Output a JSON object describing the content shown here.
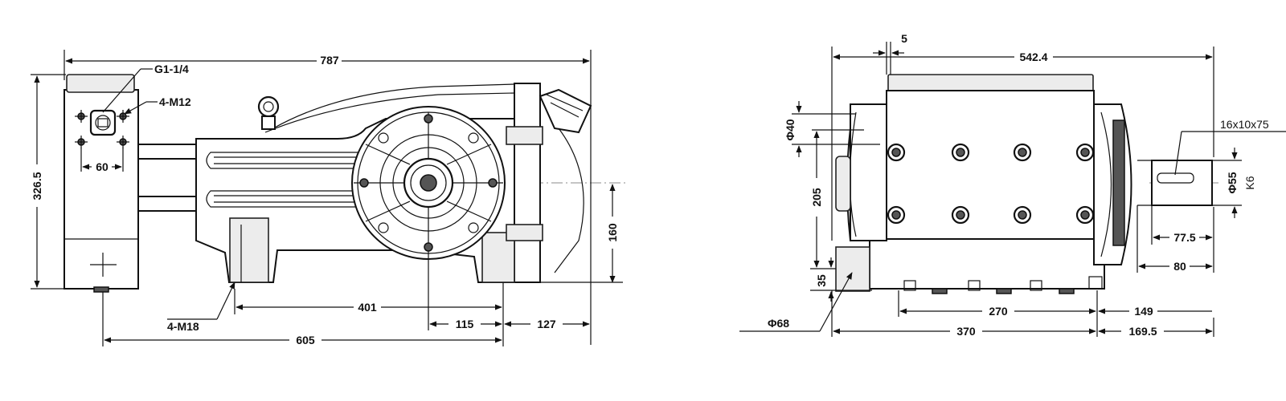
{
  "left_view": {
    "labels": {
      "overall_length": "787",
      "inlet_thread": "G1-1/4",
      "flange_bolts": "4-M12",
      "flange_spacing": "60",
      "height": "326.5",
      "shaft_height": "160",
      "mount_bolts": "4-M18",
      "mount_spacing": "401",
      "shaft_to_foot": "115",
      "shaft_extension": "127",
      "base_length": "605"
    }
  },
  "right_view": {
    "labels": {
      "offset_small": "5",
      "width": "542.4",
      "diameter_40": "Φ40",
      "height_205": "205",
      "height_35": "35",
      "diameter_68": "Φ68",
      "key_size": "16x10x75",
      "shaft_diameter": "Φ55",
      "shaft_tolerance": "K6",
      "shaft_77": "77.5",
      "shaft_80": "80",
      "base_270": "270",
      "base_149": "149",
      "base_370": "370",
      "base_169": "169.5"
    }
  }
}
